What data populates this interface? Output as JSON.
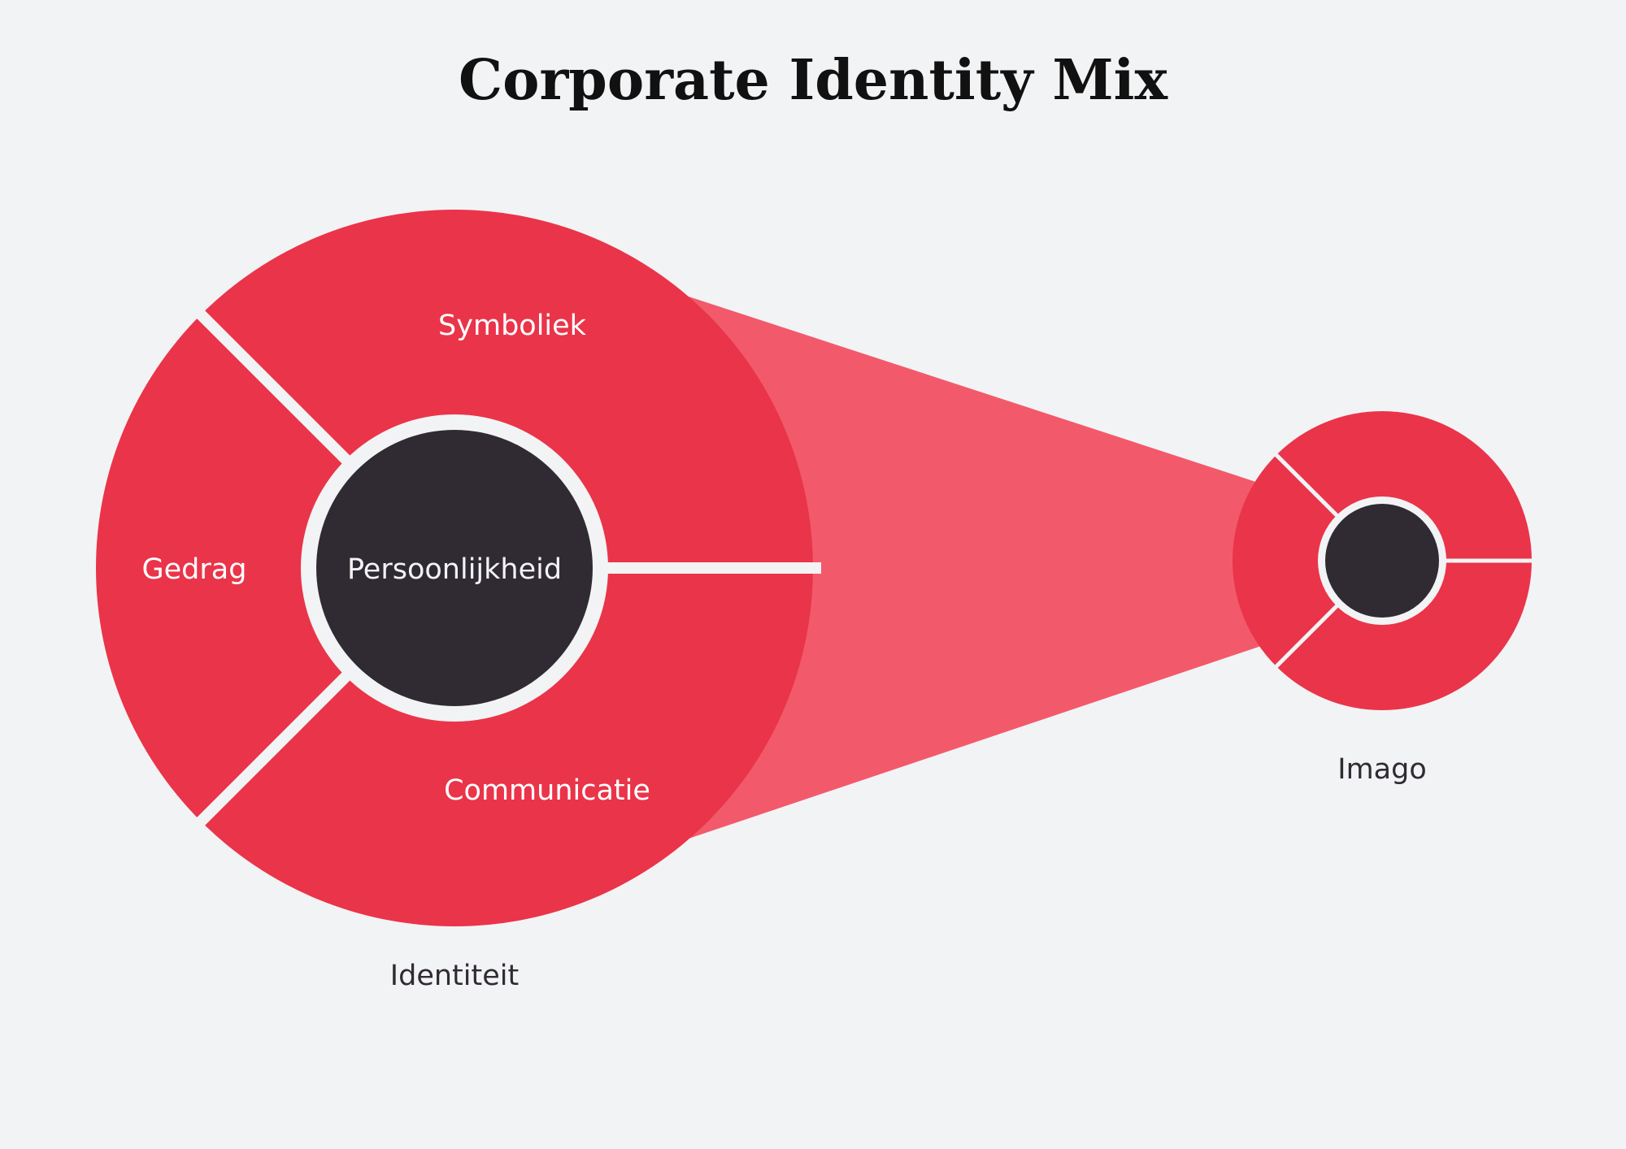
{
  "title": "Corporate Identity Mix",
  "identity": {
    "caption": "Identiteit",
    "core": "Persoonlijkheid",
    "segments": [
      "Symboliek",
      "Gedrag",
      "Communicatie"
    ]
  },
  "image": {
    "caption": "Imago"
  },
  "colors": {
    "background": "#F2F3F5",
    "segment": "#EA3449",
    "projection": "#F25A6B",
    "core": "#302B32",
    "label_light": "#FFFFFF",
    "label_dark": "#302B32"
  }
}
